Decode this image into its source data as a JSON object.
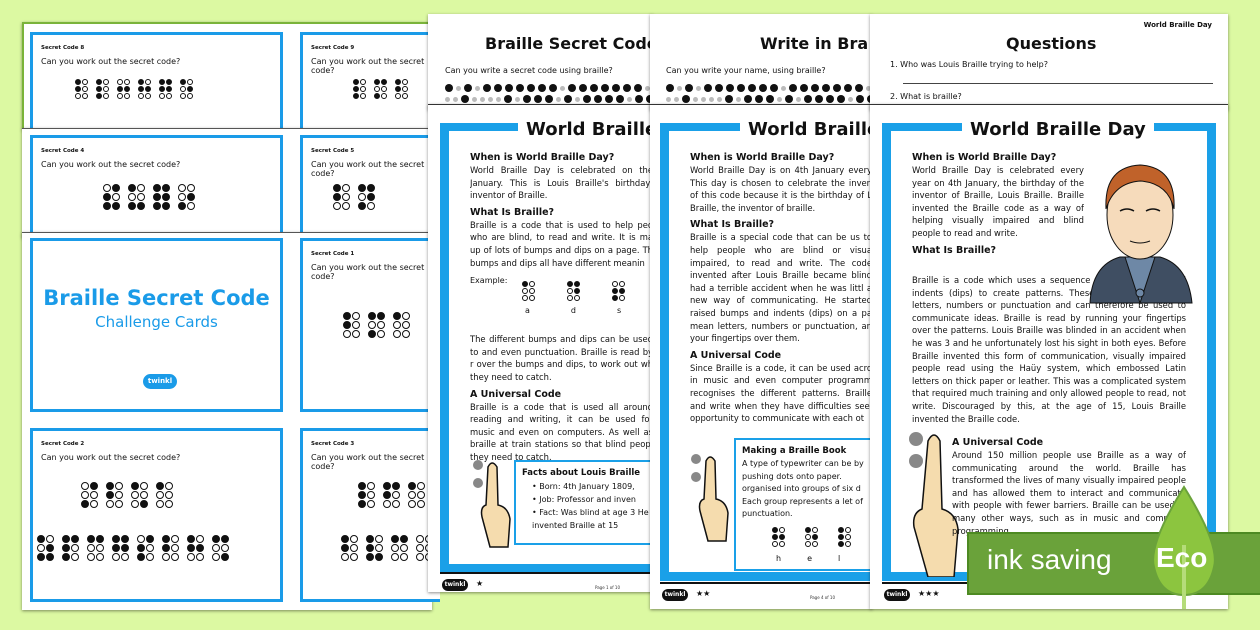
{
  "challenge_cards": {
    "card_prompt": "Can you work out the secret code?",
    "cards": [
      {
        "title": "Secret Code 8"
      },
      {
        "title": "Secret Code 9"
      },
      {
        "title": "Secret Code 4"
      },
      {
        "title": "Secret Code 5"
      },
      {
        "title": "Secret Code 1"
      },
      {
        "title": "Secret Code 2"
      },
      {
        "title": "Secret Code 3"
      }
    ],
    "cover": {
      "title": "Braille Secret Code",
      "subtitle": "Challenge Cards",
      "logo": "twinkl"
    }
  },
  "sheet1": {
    "header_title": "Braille Secret Code",
    "header_prompt": "Can you write a secret code using braille?",
    "frame_title": "World Braille",
    "sections": [
      {
        "heading": "When is World Braille Day?",
        "body": "World Braille Day is celebrated on the January. This is Louis Braille's birthday, inventor of Braille."
      },
      {
        "heading": "What Is Braille?",
        "body": "Braille is a code that is used to help peo who are blind, to read and write. It is ma up of lots of bumps and dips on a page. Th bumps and dips all have different meanin"
      },
      {
        "heading": "",
        "body": "The different bumps and dips can be used to and even punctuation. Braille is read by r over the bumps and dips, to work out wh they need to catch."
      },
      {
        "heading": "A Universal Code",
        "body": "Braille is a code that is used all around reading and writing, it can be used for music and even on computers. As well as braille at train stations so that blind peopl they need to catch."
      }
    ],
    "example_label": "Example:",
    "example_letters": [
      "a",
      "d",
      "s"
    ],
    "facts": {
      "title": "Facts about Louis Braille",
      "items": [
        "Born: 4th January 1809,",
        "Job: Professor and inven",
        "Fact: Was blind at age 3 He invented Braille at 15"
      ]
    },
    "footer": {
      "logo": "twinkl",
      "stars": "★",
      "page": "Page 1 of 10"
    }
  },
  "sheet2": {
    "header_title": "Write in Bra",
    "header_prompt": "Can you write your name, using braille?",
    "frame_title": "World Braille",
    "sections": [
      {
        "heading": "When is World Braille Day?",
        "body": "World Braille Day is on 4th January every This day is chosen to celebrate the inven of this code because it is the birthday of L Braille, the inventor of braille."
      },
      {
        "heading": "What Is Braille?",
        "body": "Braille is a special code that can be us to help people who are blind or visua impaired, to read and write. The code invented after Louis Braille became blind had a terrible accident when he was littl a new way of communicating. He started raised bumps and indents (dips) on a pa mean letters, numbers or punctuation, an your fingertips over them."
      },
      {
        "heading": "A Universal Code",
        "body": "Since Braille is a code, it can be used acro in music and even computer programm recognises the different patterns. Braille and write when they have difficulties seei opportunity to communicate with each ot"
      }
    ],
    "book_box": {
      "title": "Making a Braille Book",
      "body": "A type of typewriter can be by pushing dots onto paper. organised into groups of six d Each group represents a let of punctuation.",
      "letters": [
        "h",
        "e",
        "l"
      ]
    },
    "footer": {
      "logo": "twinkl",
      "stars": "★★",
      "page": "Page 4 of 10"
    }
  },
  "sheet3": {
    "corner_label": "World Braille Day",
    "header_title": "Questions",
    "questions": [
      "1.  Who was Louis Braille trying to help?",
      "2.  What is braille?"
    ],
    "frame_title": "World Braille Day",
    "sections": [
      {
        "heading": "When is World Braille Day?",
        "body": "World Braille Day is celebrated every year on 4th January, the birthday of the inventor of Braille, Louis Braille. Braille invented the Braille code as a way of helping visually impaired and blind people to read and write."
      },
      {
        "heading": "What Is Braille?",
        "body": "Braille is a code which uses a sequence of raised bumps and indents (dips) to create patterns. These patterns can mean letters, numbers or punctuation and can therefore be used to communicate ideas. Braille is read by running your fingertips over the patterns. Louis Braille was blinded in an accident when he was 3 and he unfortunately lost his sight in both eyes. Before Braille invented this form of communication, visually impaired people read using the Haüy system, which embossed Latin letters on thick paper or leather. This was a complicated system that required much training and only allowed people to read, not write. Discouraged by this, at the age of 15, Louis Braille invented the Braille code."
      },
      {
        "heading": "A Universal Code",
        "body": "Around 150 million people use Braille as a way of communicating around the world. Braille has transformed the lives of many visually impaired people and has allowed them to interact and communicate with people with fewer barriers. Braille can be used in many other ways, such as in music and computer programming."
      }
    ],
    "footer": {
      "logo": "twinkl",
      "stars": "★★★"
    }
  },
  "badge": {
    "text": "ink saving",
    "leaf_text": "Eco",
    "colors": {
      "band": "#6aa23a",
      "leaf": "#8cc53f"
    }
  },
  "colors": {
    "background": "#dcf9a2",
    "accent_blue": "#1a9be8"
  }
}
